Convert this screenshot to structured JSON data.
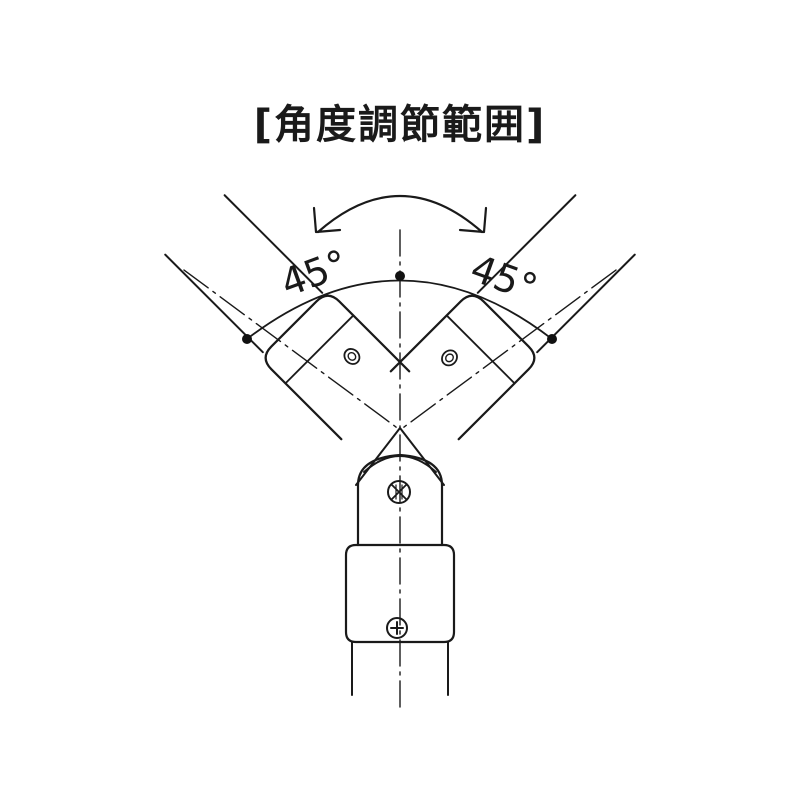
{
  "diagram": {
    "title": "[角度調節範囲]",
    "left_angle": "45°",
    "right_angle": "45°"
  }
}
